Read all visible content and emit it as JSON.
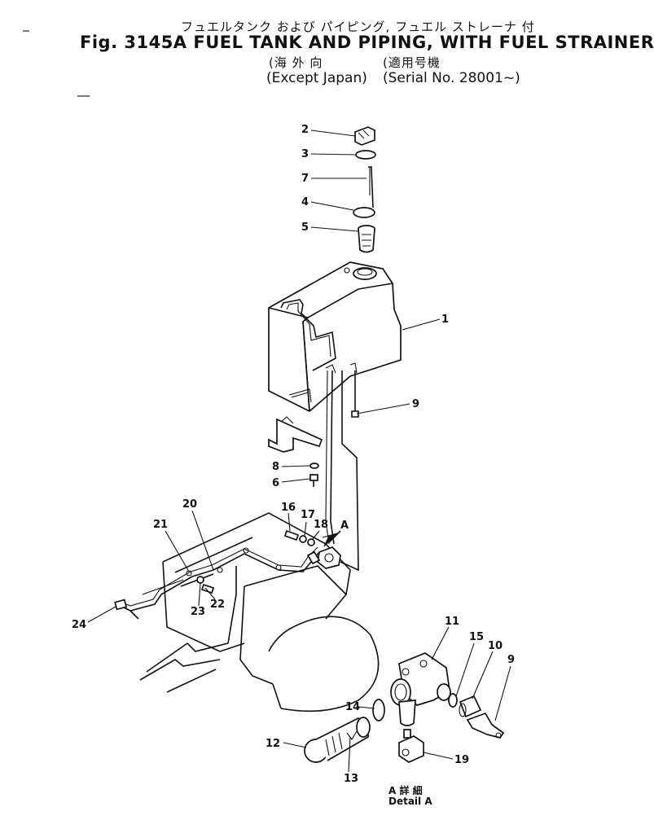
{
  "header": {
    "jp_title": "フュエルタンク および パイピング, フュエル ストレーナ 付",
    "fig_title": "Fig. 3145A  FUEL TANK AND PIPING, WITH FUEL STRAINER",
    "jp_region": "(海  外  向",
    "jp_serial": "(適用号機",
    "region": "(Except Japan)",
    "serial": "(Serial No. 28001~)"
  },
  "detail": {
    "jp": "A 詳 細",
    "en": "Detail A",
    "arrow_label": "A"
  },
  "callouts": [
    "1",
    "2",
    "3",
    "4",
    "5",
    "6",
    "7",
    "8",
    "9",
    "9",
    "10",
    "11",
    "12",
    "13",
    "14",
    "15",
    "16",
    "17",
    "18",
    "19",
    "20",
    "21",
    "22",
    "23",
    "24"
  ]
}
